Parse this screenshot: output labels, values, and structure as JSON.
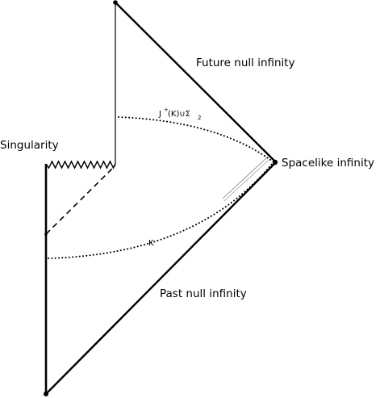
{
  "labels": {
    "future_null_infinity": "Future null infinity",
    "singularity": "Singularity",
    "spacelike_infinity": "Spacelike infinity",
    "past_null_infinity": "Past null infinity",
    "k": "K",
    "j_plus": {
      "base": "J",
      "sup": "+",
      "mid": "(K)∪Σ",
      "sub": "2"
    }
  },
  "colors": {
    "ink": "#000000",
    "background": "#ffffff",
    "thin_line": "#888888"
  }
}
